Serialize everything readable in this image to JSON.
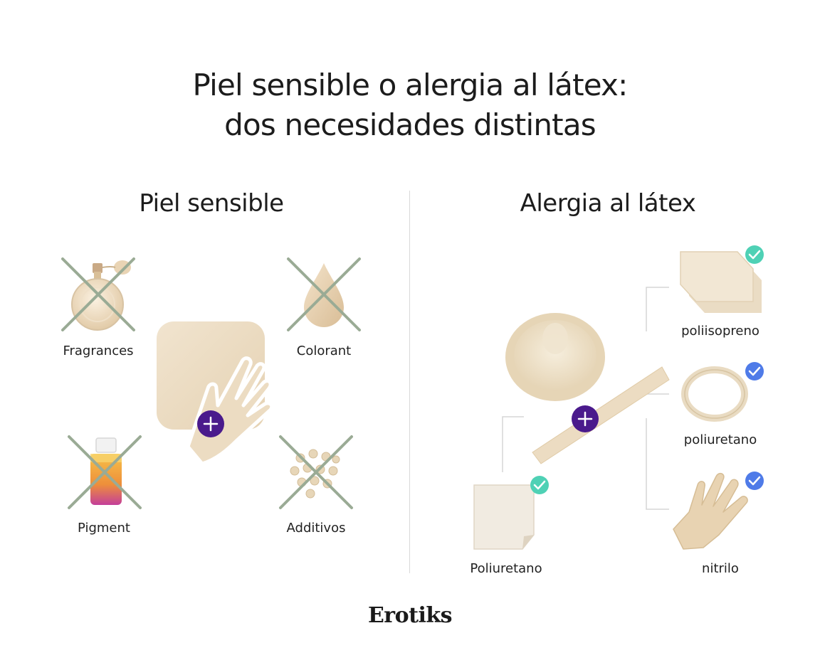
{
  "title": {
    "line1": "Piel sensible o alergia al látex:",
    "line2": "dos necesidades distintas"
  },
  "left_section": {
    "heading": "Piel sensible",
    "items": [
      {
        "label": "Fragrances",
        "icon": "perfume-bottle-icon",
        "excluded": true
      },
      {
        "label": "Colorant",
        "icon": "drop-icon",
        "excluded": true
      },
      {
        "label": "Pigment",
        "icon": "pigment-jar-icon",
        "excluded": true
      },
      {
        "label": "Additivos",
        "icon": "beads-icon",
        "excluded": true
      }
    ],
    "center_icon": "skin-hand-plus-icon"
  },
  "right_section": {
    "heading": "Alergia al látex",
    "items": [
      {
        "label": "poliisopreno",
        "icon": "sheet-icon",
        "approved": true
      },
      {
        "label": "poliuretano",
        "icon": "ring-icon",
        "approved": true
      },
      {
        "label": "nitrilo",
        "icon": "glove-icon",
        "approved": true
      },
      {
        "label": "Poliuretano",
        "icon": "film-icon",
        "approved": true
      }
    ],
    "center_icon": "condom-strip-plus-icon"
  },
  "colors": {
    "cross": "#9aab95",
    "plus_badge": "#4a1a8c",
    "check_teal": "#4fd1b5",
    "check_blue": "#4f7be8",
    "beige": "#eedfc7"
  },
  "brand": "Erotiks"
}
